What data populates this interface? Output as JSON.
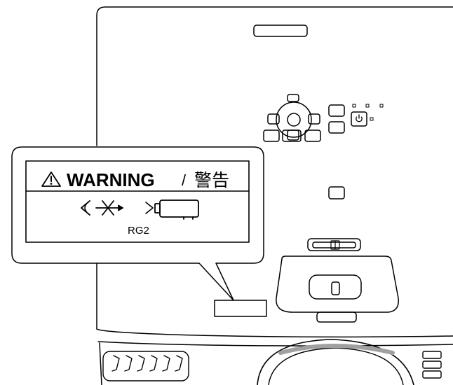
{
  "label": {
    "warning_word": "WARNING",
    "separator": "/",
    "warning_cjk": "警告",
    "risk_group": "RG2"
  },
  "icons": {
    "alert": "warning-triangle-icon",
    "eye": "eye-icon",
    "prohibited": "no-stare-icon",
    "projector": "projector-icon"
  },
  "colors": {
    "stroke": "#000000",
    "background": "#ffffff",
    "bezel_shadow": "#a0a0a0"
  }
}
